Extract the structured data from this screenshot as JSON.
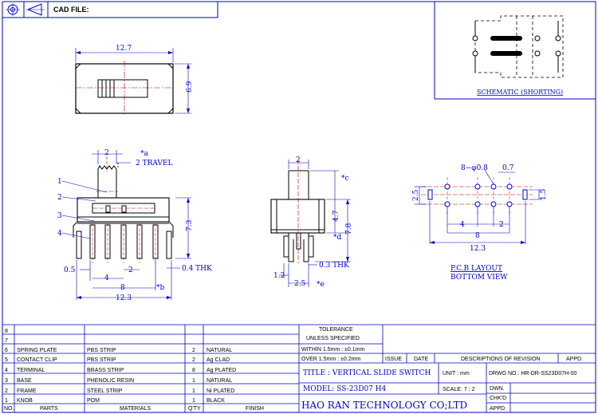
{
  "header": {
    "cad_file": "CAD FILE:"
  },
  "schematic": {
    "caption": "SCHEMATIC (SHORTING)"
  },
  "top_view": {
    "width_dim": "12.7",
    "height_dim": "6.9"
  },
  "front_view": {
    "dims": {
      "d2": "2",
      "a": "*a",
      "travel": "2 TRAVEL",
      "h73": "7.3",
      "thk": "0.4 THK",
      "d05": "0.5",
      "d4": "4",
      "d2b": "2",
      "d8": "8",
      "b": "*b",
      "d123": "12.3"
    },
    "callouts": [
      "1",
      "2",
      "3",
      "4"
    ]
  },
  "side_view": {
    "dims": {
      "d2": "2",
      "c": "*c",
      "d47": "4.7",
      "d": "*d",
      "d78": "7.8",
      "thk": "0.3 THK",
      "d12": "1.2",
      "d25": "2.5",
      "e": "*e"
    }
  },
  "pcb": {
    "dims": {
      "holes": "8−φ0.8",
      "d07": "0.7",
      "d25": "2.5",
      "d15": "1.5",
      "d4": "4",
      "d2": "2",
      "d8": "8",
      "d123": "12.3"
    },
    "caption1": "P.C.B LAYOUT",
    "caption2": "BOTTOM VIEW"
  },
  "parts": [
    {
      "no": "8",
      "name": "",
      "material": "",
      "qty": "",
      "finish": ""
    },
    {
      "no": "7",
      "name": "",
      "material": "",
      "qty": "",
      "finish": ""
    },
    {
      "no": "6",
      "name": "SPRING PLATE",
      "material": "PBS STRIP",
      "qty": "2",
      "finish": "NATURAL"
    },
    {
      "no": "5",
      "name": "CONTACT CLIP",
      "material": "PBS STRIP",
      "qty": "2",
      "finish": "Ag CLAD"
    },
    {
      "no": "4",
      "name": "TERMINAL",
      "material": "BRASS STRIP",
      "qty": "8",
      "finish": "Ag PLATED"
    },
    {
      "no": "3",
      "name": "BASE",
      "material": "PHENOLIC RESIN",
      "qty": "1",
      "finish": "NATURAL"
    },
    {
      "no": "2",
      "name": "FRAME",
      "material": "STEEL STRIP",
      "qty": "1",
      "finish": "Ni PLATED"
    },
    {
      "no": "1",
      "name": "KNOB",
      "material": "POM",
      "qty": "1",
      "finish": "BLACK"
    }
  ],
  "parts_header": {
    "no": "NO.",
    "name": "PARTS",
    "material": "MATERIALS",
    "qty": "Q'TY",
    "finish": "FINISH"
  },
  "tolerance": {
    "title": "TOLERANCE",
    "subtitle": "UNLESS  SPECIFIED",
    "within": "WITHIN  1.5mm : ±0.1mm",
    "over": "OVER    1.5mm : ±0.2mm"
  },
  "revision": {
    "issue": "ISSUE",
    "date": "DATE",
    "desc": "DESCRIPTIONS OF REVISION",
    "appd": "APPD."
  },
  "title_block": {
    "title": "TITLE : VERTICAL SLIDE SWITCH",
    "unit": "UNIT : mm",
    "drwg": "DRWG NO.: HR-DR-SS23D07H-00",
    "model": "MODEL: SS-23D07 H4",
    "scale": "SCALE: 7 : 2",
    "dwn": "DWN.",
    "chkd": "CHK'D",
    "appd": "APPD.",
    "company": "HAO RAN TECHNOLOGY CO;LTD"
  }
}
